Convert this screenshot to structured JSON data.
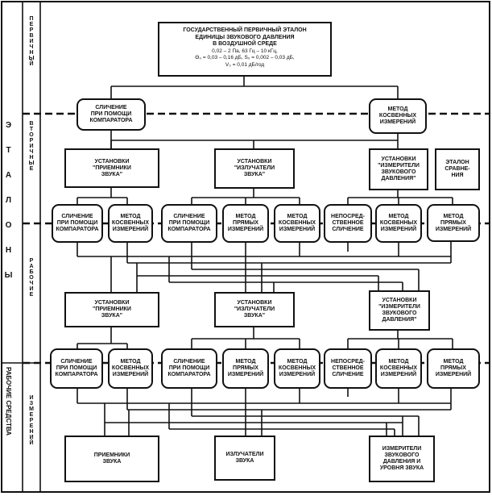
{
  "side": {
    "level1": "ЭТАЛОНЫ",
    "level1_bottom": "РАБОЧИЕ СРЕДСТВА",
    "level2_primary": "ПЕРВИЧНЫЙ",
    "level2_secondary": "ВТОРИЧНЫЕ",
    "level2_working": "РАБОЧИЕ",
    "level2_measure": "ИЗМЕРЕНИЙ"
  },
  "primary": {
    "title1": "ГОСУДАРСТВЕННЫЙ ПЕРВИЧНЫЙ ЭТАЛОН",
    "title2": "ЕДИНИЦЫ ЗВУКОВОГО ДАВЛЕНИЯ",
    "title3": "В ВОЗДУШНОЙ СРЕДЕ",
    "spec1": "0,02 – 2 Па, 63 Гц – 10 кГц,",
    "spec2": "Θ₀ = 0,03 – 0,16 дБ, S₀ = 0,002 – 0,03 дБ,",
    "spec3": "V₀ = 0,01 дБ/год"
  },
  "secondary": {
    "compare_comparator": "СЛИЧЕНИЕ\nПРИ ПОМОЩИ\nКОМПАРАТОРА",
    "indirect_method": "МЕТОД\nКОСВЕННЫХ\nИЗМЕРЕНИЙ",
    "inst_receivers": "УСТАНОВКИ\n\"ПРИЕМНИКИ\nЗВУКА\"",
    "inst_emitters": "УСТАНОВКИ\n\"ИЗЛУЧАТЕЛИ\nЗВУКА\"",
    "inst_meters": "УСТАНОВКИ\n\"ИЗМЕРИТЕЛИ\nЗВУКОВОГО\nДАВЛЕНИЯ\"",
    "comparison_standard": "ЭТАЛОН\nСРАВНЕ-\nНИЯ"
  },
  "methods": {
    "compare_comparator": "СЛИЧЕНИЕ\nПРИ ПОМОЩИ\nКОМПАРАТОРА",
    "indirect": "МЕТОД\nКОСВЕННЫХ\nИЗМЕРЕНИЙ",
    "direct": "МЕТОД\nПРЯМЫХ\nИЗМЕРЕНИЙ",
    "direct_compare": "НЕПОСРЕД-\nСТВЕННОЕ\nСЛИЧЕНИЕ"
  },
  "working": {
    "inst_receivers": "УСТАНОВКИ\n\"ПРИЕМНИКИ\nЗВУКА\"",
    "inst_emitters": "УСТАНОВКИ\n\"ИЗЛУЧАТЕЛИ\nЗВУКА\"",
    "inst_meters": "УСТАНОВКИ\n\"ИЗМЕРИТЕЛИ\nЗВУКОВОГО\nДАВЛЕНИЯ\""
  },
  "instruments": {
    "receivers": "ПРИЕМНИКИ\nЗВУКА",
    "emitters": "ИЗЛУЧАТЕЛИ\nЗВУКА",
    "meters": "ИЗМЕРИТЕЛИ\nЗВУКОВОГО\nДАВЛЕНИЯ И\nУРОВНЯ ЗВУКА"
  }
}
